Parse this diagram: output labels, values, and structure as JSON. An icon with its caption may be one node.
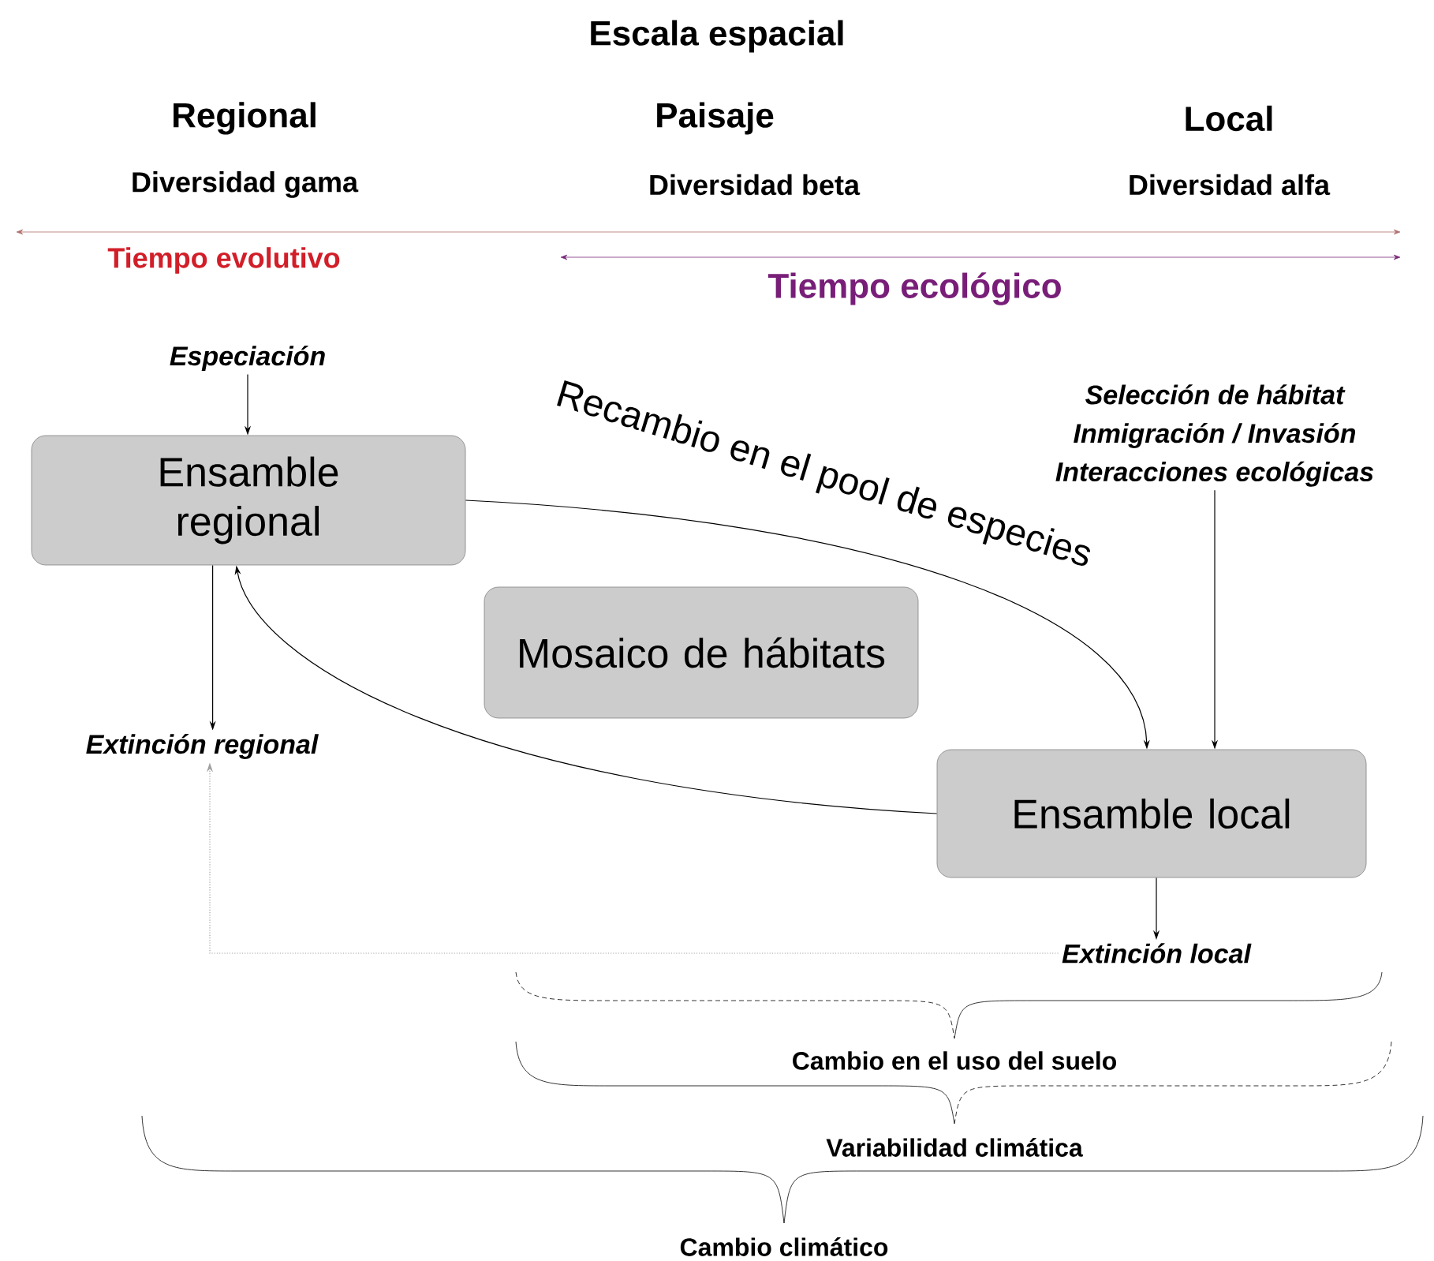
{
  "diagram": {
    "title": "Escala espacial",
    "nodes": [
      {
        "text": [
          "Especiación"
        ]
      },
      {
        "text": [
          "Ensamble regional"
        ]
      },
      {
        "text": [
          "Mosaico de hábitats"
        ]
      },
      {
        "text": [
          "Selección de hábitat",
          "Inmigración / Invasión",
          "Interacciones ecológicas"
        ]
      },
      {
        "text": [
          "Ensamble local"
        ]
      },
      {
        "text": [
          "Extinción regional"
        ]
      },
      {
        "text": [
          "Extinción local"
        ]
      }
    ],
    "edges": [
      {
        "from": 0,
        "to": 1,
        "arrow": "to"
      },
      {
        "from": 1,
        "to": 4,
        "arrow": "to",
        "label": "Recambio en el pool de especies"
      },
      {
        "from": 4,
        "to": 1,
        "arrow": "to"
      },
      {
        "from": 1,
        "to": 5,
        "arrow": "to"
      },
      {
        "from": 3,
        "to": 4,
        "arrow": "to"
      },
      {
        "from": 4,
        "to": 6,
        "arrow": "to"
      },
      {
        "from": 6,
        "to": 5,
        "arrow": "to",
        "style": "dashed",
        "color": "#a0a0a0"
      }
    ],
    "labels": [
      "Regional",
      "Paisaje",
      "Local",
      "Diversidad gama",
      "Diversidad beta",
      "Diversidad alfa",
      "Tiempo evolutivo",
      "Tiempo ecológico",
      "Cambio en el uso del suelo",
      "Variabilidad climática",
      "Cambio climático"
    ]
  }
}
